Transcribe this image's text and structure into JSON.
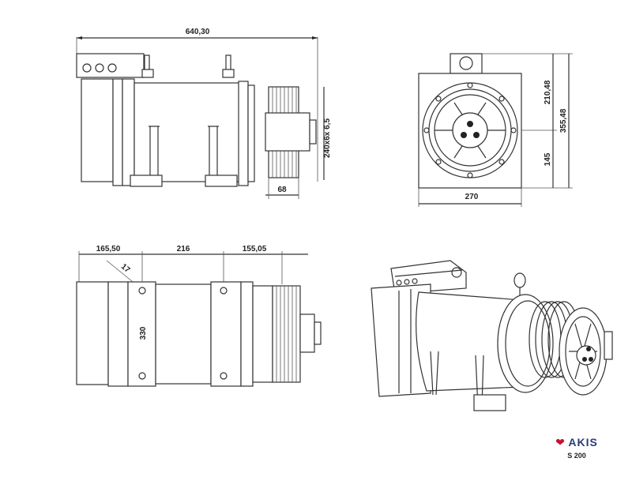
{
  "drawing": {
    "subject": "Elevator traction machine technical drawing",
    "logo": {
      "brand": "AKIS",
      "model": "S 200",
      "brand_color": "#2a3a7a",
      "accent_color": "#c8102e"
    },
    "views": {
      "side_view": {
        "dimensions": {
          "overall_length": "640,30",
          "sheave": "240x6x 6,5",
          "sheave_width": "68"
        }
      },
      "front_view": {
        "dimensions": {
          "width": "270",
          "upper_height": "210,48",
          "lower_height": "145",
          "total_height": "355,48"
        }
      },
      "top_view": {
        "dimensions": {
          "left_span": "165,50",
          "middle_span": "216",
          "right_span": "155,05",
          "hole": "17",
          "depth": "330"
        }
      },
      "isometric_view": {
        "label": ""
      }
    }
  }
}
